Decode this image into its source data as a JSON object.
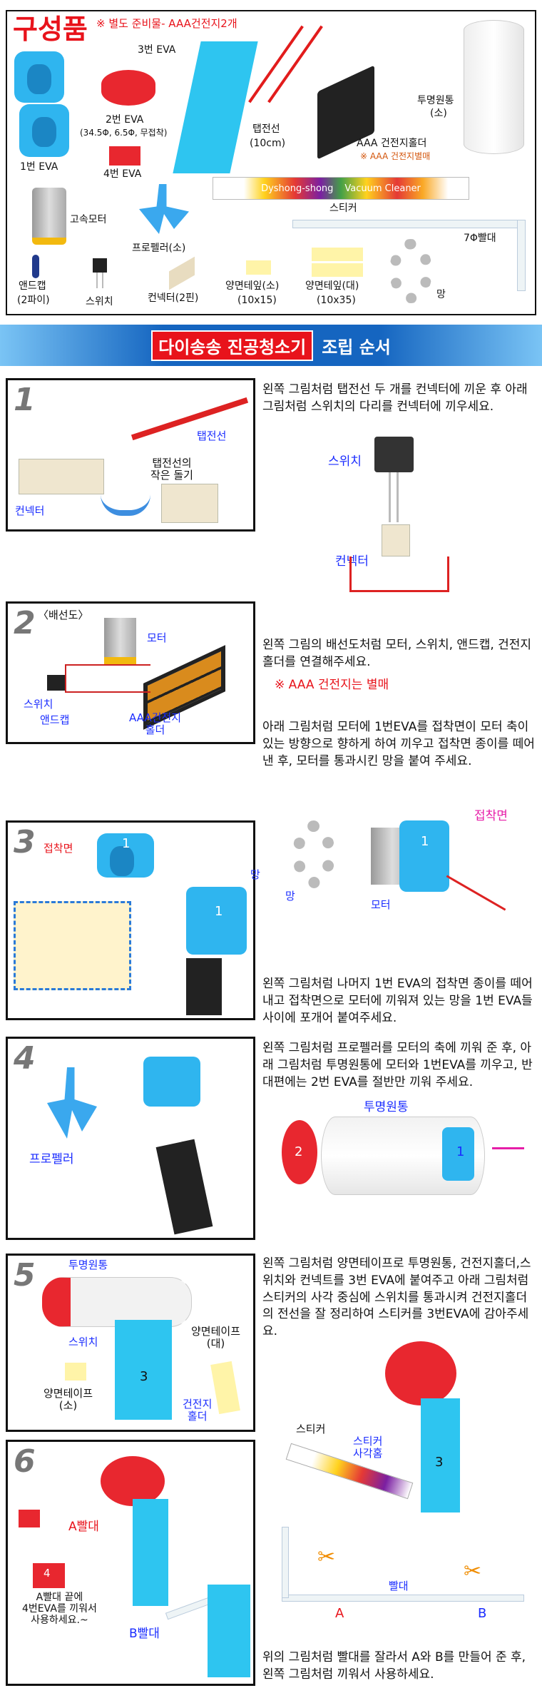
{
  "parts": {
    "title": "구성품",
    "note": "※ 별도 준비물- AAA건전지2개",
    "items": {
      "eva3": "3번 EVA",
      "eva2": "2번 EVA",
      "eva2_spec": "(34.5Φ, 6.5Φ, 무접착)",
      "eva1": "1번 EVA",
      "eva4": "4번 EVA",
      "wire": "탭전선",
      "wire_spec": "(10cm)",
      "holder": "AAA 건전지홀더",
      "holder_note": "※ AAA 건전지별매",
      "tube": "투명원통",
      "tube_spec": "(소)",
      "sticker": "스티커",
      "sticker_text1": "Dyshong-shong",
      "sticker_text2": "Vacuum Cleaner",
      "motor": "고속모터",
      "propeller": "프로펠러(소)",
      "straw": "7Φ빨대",
      "endcap": "앤드캡",
      "endcap_spec": "(2파이)",
      "switch": "스위치",
      "connector": "컨넥터(2핀)",
      "tape_s": "양면테잎(소)",
      "tape_s_spec": "(10x15)",
      "tape_l": "양면테잎(대)",
      "tape_l_spec": "(10x35)",
      "mesh": "망"
    }
  },
  "banner": {
    "title_red": "다이송송 진공청소기",
    "title_rest": "조립 순서"
  },
  "steps": [
    {
      "num": "1",
      "labels": {
        "wire": "탭전선",
        "bump": "탭전선의\n작은 돌기",
        "connector": "컨넥터",
        "switch": "스위치",
        "connector2": "컨넥터"
      },
      "text": "왼쪽 그림처럼 탭전선 두 개를 컨넥터에 끼운 후 아래 그림처럼 스위치의 다리를 컨넥터에 끼우세요."
    },
    {
      "num": "2",
      "labels": {
        "diagram": "〈배선도〉",
        "motor": "모터",
        "switch": "스위치",
        "endcap": "앤드캡",
        "holder": "AAA건전지\n홀더"
      },
      "text": "왼쪽 그림의 배선도처럼 모터, 스위치, 앤드캡, 건전지홀더를 연결해주세요.",
      "note": "※ AAA 건전지는 별매",
      "text2": "아래 그림처럼 모터에 1번EVA를 접착면이 모터 축이 있는 방향으로 향하게 하여 끼우고 접착면 종이를 떼어 낸 후, 모터를 통과시킨 망을 붙여 주세요.",
      "labels2": {
        "adhesive": "접착면",
        "mesh": "망",
        "motor": "모터",
        "eva": "1"
      }
    },
    {
      "num": "3",
      "labels": {
        "adhesive": "접착면",
        "mesh": "망",
        "eva": "1",
        "eva_b": "1"
      },
      "text": "왼쪽 그림처럼 나머지 1번 EVA의 접착면 종이를 떼어 내고 접착면으로 모터에 끼워져 있는 망을 1번 EVA들 사이에 포개어 붙여주세요."
    },
    {
      "num": "4",
      "labels": {
        "propeller": "프로펠러",
        "tube": "투명원통",
        "eva2": "2",
        "eva1": "1"
      },
      "text": "왼쪽 그림처럼 프로펠러를 모터의 축에 끼워 준 후, 아래 그림처럼 투명원통에 모터와 1번EVA를 끼우고, 반대편에는 2번 EVA를 절반만 끼워 주세요."
    },
    {
      "num": "5",
      "labels": {
        "tube": "투명원통",
        "switch": "스위치",
        "tape_l": "양면테이프\n(대)",
        "tape_s": "양면테이프\n(소)",
        "eva3": "3",
        "holder": "건전지\n홀더",
        "sticker": "스티커",
        "sticker_hole": "스티커\n사각홈",
        "eva3b": "3"
      },
      "text": "왼쪽 그림처럼 양면테이프로 투명원통, 건전지홀더,스위치와 컨넥트를 3번 EVA에 붙여주고 아래 그림처럼 스티커의 사각 중심에 스위치를 통과시켜 건전지홀더의 전선을 잘 정리하여 스티커를 3번EVA에 감아주세요."
    },
    {
      "num": "6",
      "labels": {
        "straw_a": "A빨대",
        "eva4": "4",
        "note": "A빨대 끝에\n4번EVA를 끼워서\n사용하세요.~",
        "straw_b": "B빨대",
        "straw": "빨대",
        "a": "A",
        "b": "B"
      },
      "text": "위의 그림처럼 빨대를 잘라서 A와 B를 만들어 준 후, 왼쪽 그림처럼 끼워서 사용하세요."
    }
  ],
  "colors": {
    "accent_blue": "#1a2cff",
    "accent_red": "#e8131b",
    "eva_blue": "#2fb5ef",
    "banner": "#1e88e5"
  }
}
